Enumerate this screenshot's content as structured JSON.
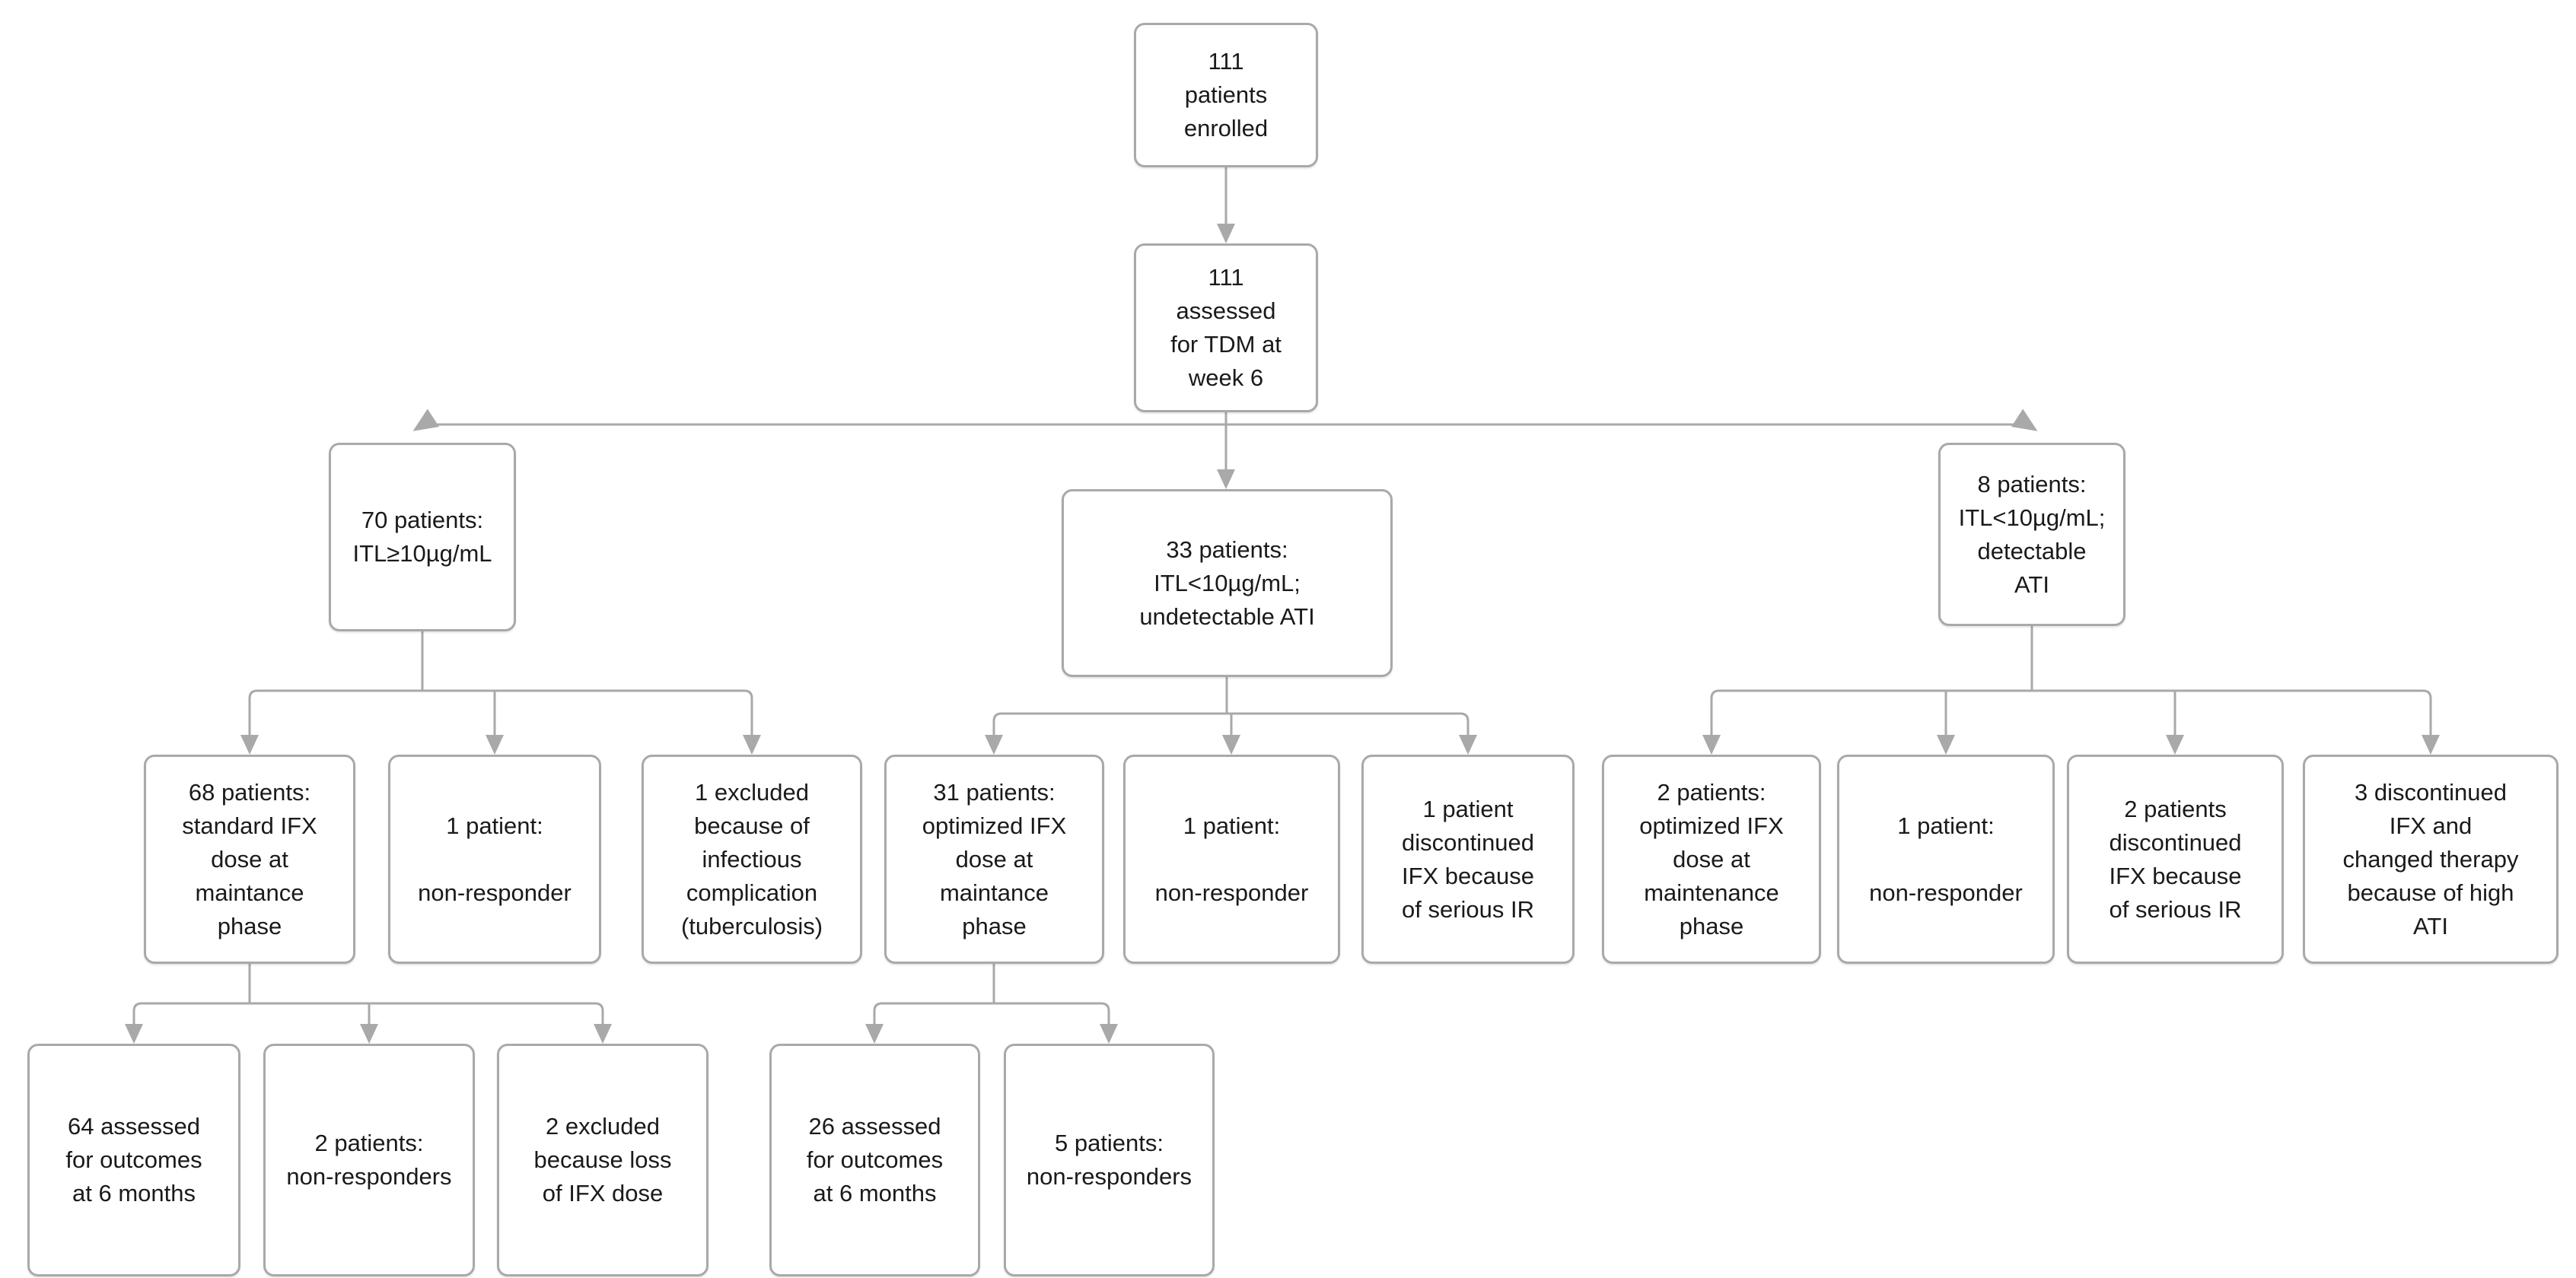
{
  "diagram": {
    "type": "flowchart",
    "colors": {
      "background": "#ffffff",
      "box_border": "#a9a9a9",
      "connector": "#a9a9a9",
      "arrowhead": "#a9a9a9",
      "text": "#1a1a1a"
    },
    "nodes": {
      "enrolled": {
        "count": 111,
        "text": "111\npatients\nenrolled"
      },
      "assessed_week6": {
        "count": 111,
        "text": "111\nassessed\nfor TDM at\nweek 6"
      },
      "itl_high": {
        "count": 70,
        "text": "70 patients:\nITL≥10µg/mL"
      },
      "itl_low_undet": {
        "count": 33,
        "text": "33 patients:\nITL<10µg/mL;\nundetectable ATI"
      },
      "itl_low_det": {
        "count": 8,
        "text": "8 patients:\nITL<10µg/mL;\ndetectable\nATI"
      },
      "std_dose_68": {
        "count": 68,
        "text": "68 patients:\nstandard IFX\ndose at\nmaintance\nphase"
      },
      "nonresp_68": {
        "count": 1,
        "text": "1 patient:\n\nnon-responder"
      },
      "excluded_tb": {
        "count": 1,
        "text": "1 excluded\nbecause of\ninfectious\ncomplication\n(tuberculosis)"
      },
      "opt_dose_31": {
        "count": 31,
        "text": "31 patients:\noptimized IFX\ndose at\nmaintance\nphase"
      },
      "nonresp_31": {
        "count": 1,
        "text": "1 patient:\n\nnon-responder"
      },
      "disc_ir_31": {
        "count": 1,
        "text": "1 patient\ndiscontinued\nIFX because\nof serious IR"
      },
      "opt_dose_8": {
        "count": 2,
        "text": "2 patients:\noptimized IFX\ndose at\nmaintenance\nphase"
      },
      "nonresp_8": {
        "count": 1,
        "text": "1 patient:\n\nnon-responder"
      },
      "disc_ir_8": {
        "count": 2,
        "text": "2 patients\ndiscontinued\nIFX because\nof serious IR"
      },
      "disc_ati_8": {
        "count": 3,
        "text": "3 discontinued\nIFX and\nchanged therapy\nbecause of high\nATI"
      },
      "outcomes_64": {
        "count": 64,
        "text": "64 assessed\nfor outcomes\nat 6 months"
      },
      "nonresp_64": {
        "count": 2,
        "text": "2 patients:\nnon-responders"
      },
      "excluded_loss": {
        "count": 2,
        "text": "2 excluded\nbecause loss\nof IFX dose"
      },
      "outcomes_26": {
        "count": 26,
        "text": "26 assessed\nfor outcomes\nat 6 months"
      },
      "nonresp_26": {
        "count": 5,
        "text": "5 patients:\nnon-responders"
      }
    },
    "edges": [
      {
        "from": "enrolled",
        "to": "assessed_week6"
      },
      {
        "from": "assessed_week6",
        "to": "itl_high"
      },
      {
        "from": "assessed_week6",
        "to": "itl_low_undet"
      },
      {
        "from": "assessed_week6",
        "to": "itl_low_det"
      },
      {
        "from": "itl_high",
        "to": "std_dose_68"
      },
      {
        "from": "itl_high",
        "to": "nonresp_68"
      },
      {
        "from": "itl_high",
        "to": "excluded_tb"
      },
      {
        "from": "itl_low_undet",
        "to": "opt_dose_31"
      },
      {
        "from": "itl_low_undet",
        "to": "nonresp_31"
      },
      {
        "from": "itl_low_undet",
        "to": "disc_ir_31"
      },
      {
        "from": "itl_low_det",
        "to": "opt_dose_8"
      },
      {
        "from": "itl_low_det",
        "to": "nonresp_8"
      },
      {
        "from": "itl_low_det",
        "to": "disc_ir_8"
      },
      {
        "from": "itl_low_det",
        "to": "disc_ati_8"
      },
      {
        "from": "std_dose_68",
        "to": "outcomes_64"
      },
      {
        "from": "std_dose_68",
        "to": "nonresp_64"
      },
      {
        "from": "std_dose_68",
        "to": "excluded_loss"
      },
      {
        "from": "opt_dose_31",
        "to": "outcomes_26"
      },
      {
        "from": "opt_dose_31",
        "to": "nonresp_26"
      }
    ]
  }
}
